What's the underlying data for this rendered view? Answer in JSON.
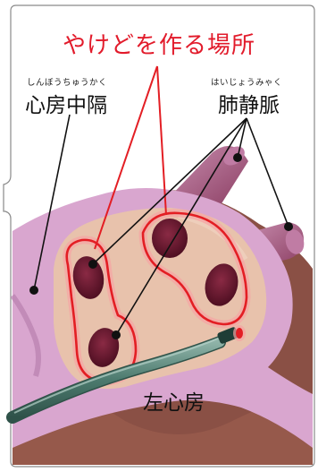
{
  "title": "やけどを作る場所",
  "labels": {
    "septum": {
      "ruby": "しんぼうちゅうかく",
      "name": "心房中隔"
    },
    "pulmonary_veins": {
      "ruby": "はいじょうみゃく",
      "name": "肺静脈"
    },
    "left_atrium": "左心房"
  },
  "colors": {
    "title": "#e21b2b",
    "ablation_line": "#e31e24",
    "heart_wall": "#d9a6cf",
    "atrium_interior": "#e8c2ac",
    "vein_opening": "#6b1a2f",
    "catheter": "#4c7a6e",
    "background": "#ffffff"
  }
}
